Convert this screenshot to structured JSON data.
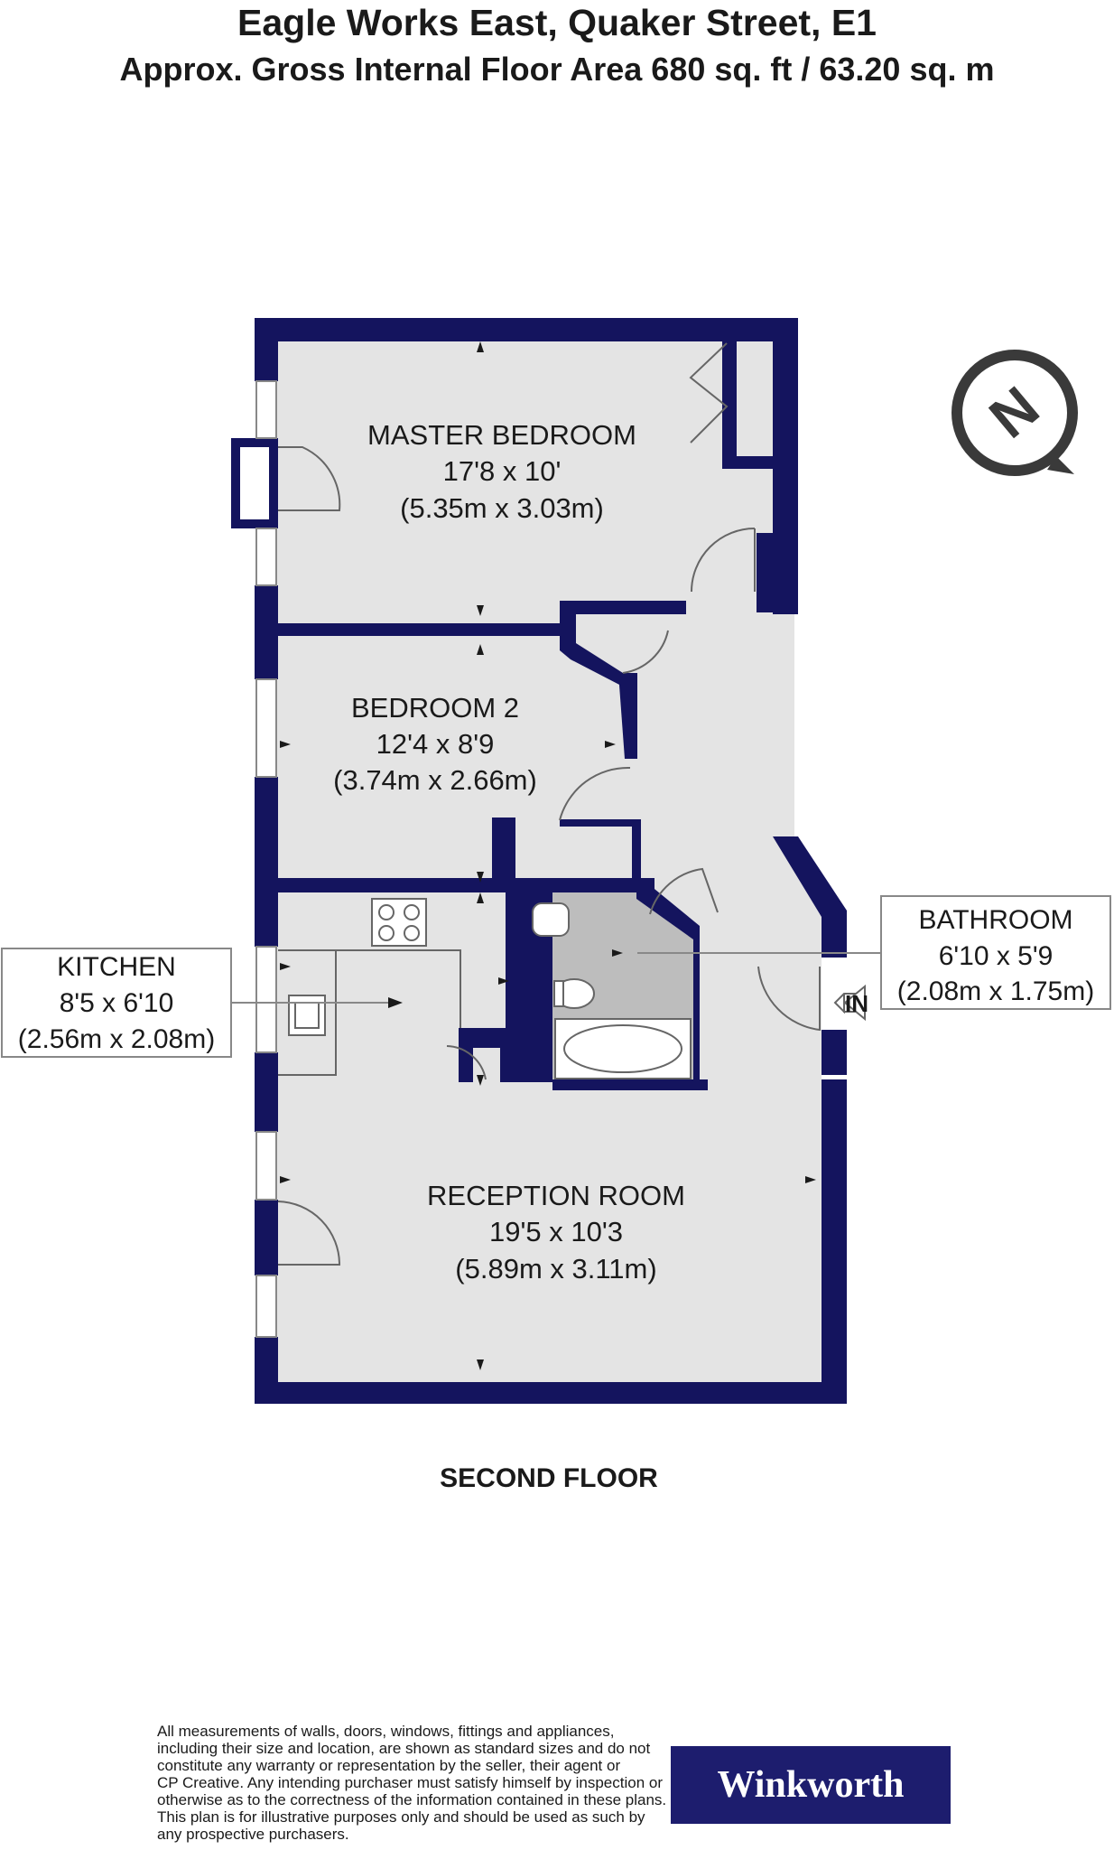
{
  "header": {
    "title": "Eagle Works East, Quaker Street, E1",
    "area_line": "Approx. Gross Internal Floor Area 680 sq. ft / 63.20 sq. m"
  },
  "rooms": {
    "master_bedroom": {
      "name": "MASTER BEDROOM",
      "imperial": "17'8 x 10'",
      "metric": "(5.35m x 3.03m)"
    },
    "bedroom_2": {
      "name": "BEDROOM 2",
      "imperial": "12'4 x 8'9",
      "metric": "(3.74m x 2.66m)"
    },
    "kitchen": {
      "name": "KITCHEN",
      "imperial": "8'5 x 6'10",
      "metric": "(2.56m x 2.08m)"
    },
    "bathroom": {
      "name": "BATHROOM",
      "imperial": "6'10 x 5'9",
      "metric": "(2.08m x 1.75m)"
    },
    "reception_room": {
      "name": "RECEPTION ROOM",
      "imperial": "19'5 x 10'3",
      "metric": "(5.89m x 3.11m)"
    }
  },
  "entrance_label": "IN",
  "compass_letter": "N",
  "floor_label": "SECOND FLOOR",
  "disclaimer_lines": [
    "All measurements of walls, doors, windows, fittings and appliances,",
    "including their size and location, are shown as standard sizes and do not",
    "constitute any warranty or representation by the seller, their agent or",
    "CP Creative. Any intending purchaser must satisfy himself by inspection or",
    "otherwise as to the correctness of the information contained in these plans.",
    "This plan is for illustrative purposes only and should be used as such by",
    "any prospective purchasers."
  ],
  "logo_text": "Winkworth",
  "colors": {
    "wall": "#14145e",
    "floor": "#e4e4e4",
    "bathroom_floor": "#bdbdbd",
    "logo_bg": "#1d1d6e",
    "compass": "#3a3a3a"
  }
}
